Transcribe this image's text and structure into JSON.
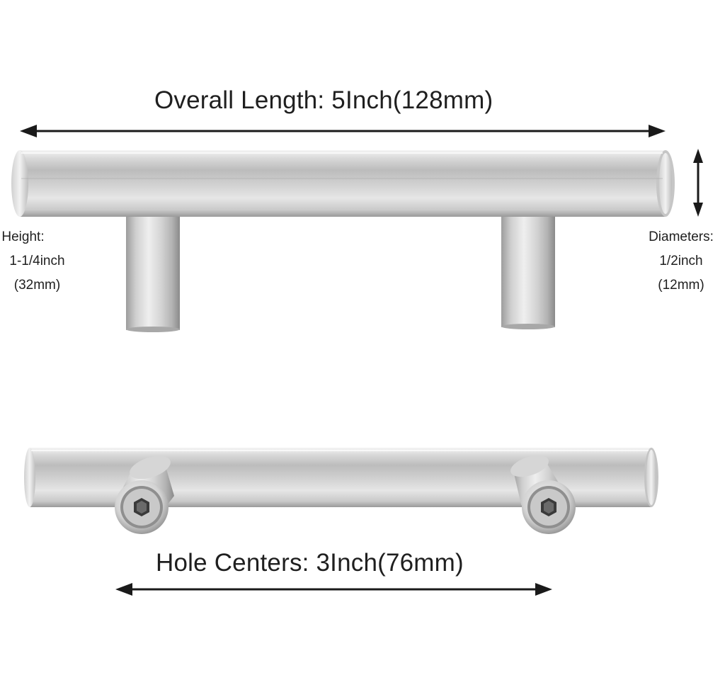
{
  "dimensions": {
    "overall_length": "Overall Length: 5Inch(128mm)",
    "hole_centers": "Hole Centers: 3Inch(76mm)",
    "height": {
      "line1": "Height:",
      "line2": "1-1/4inch",
      "line3": "(32mm)"
    },
    "diameter": {
      "line1": "Diameters:",
      "line2": "1/2inch",
      "line3": "(12mm)"
    }
  },
  "colors": {
    "background": "#ffffff",
    "text": "#1f1f1f",
    "arrow": "#1a1a1a",
    "steel_light": "#e2e2e2",
    "steel_mid": "#c4c4c4",
    "steel_dark": "#8e8e8e"
  }
}
